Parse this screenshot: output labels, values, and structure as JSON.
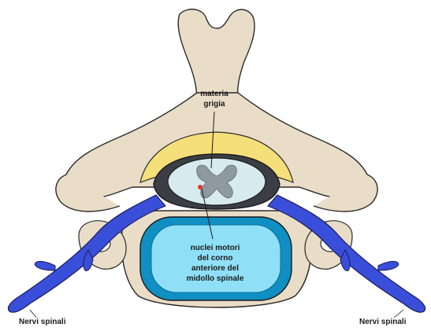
{
  "labels": {
    "gray_matter_line1": "materia",
    "gray_matter_line2": "grigia",
    "motor_nuclei_line1": "nuclei motori",
    "motor_nuclei_line2": "del corno",
    "motor_nuclei_line3": "anteriore del",
    "motor_nuclei_line4": "midollo spinale",
    "nerves_left": "Nervi spinali",
    "nerves_right": "Nervi spinali"
  },
  "colors": {
    "bone": "#e9ddc8",
    "bone_stroke": "#2b2b2b",
    "fat": "#f5df7a",
    "canal": "#3b3f45",
    "cord": "#d7ebee",
    "gray_matter": "#8e9aa0",
    "nerve": "#3a4fd9",
    "disc_outer": "#0f8fc2",
    "disc_inner": "#8fe0f7",
    "nucleus": "#e33b2b"
  }
}
